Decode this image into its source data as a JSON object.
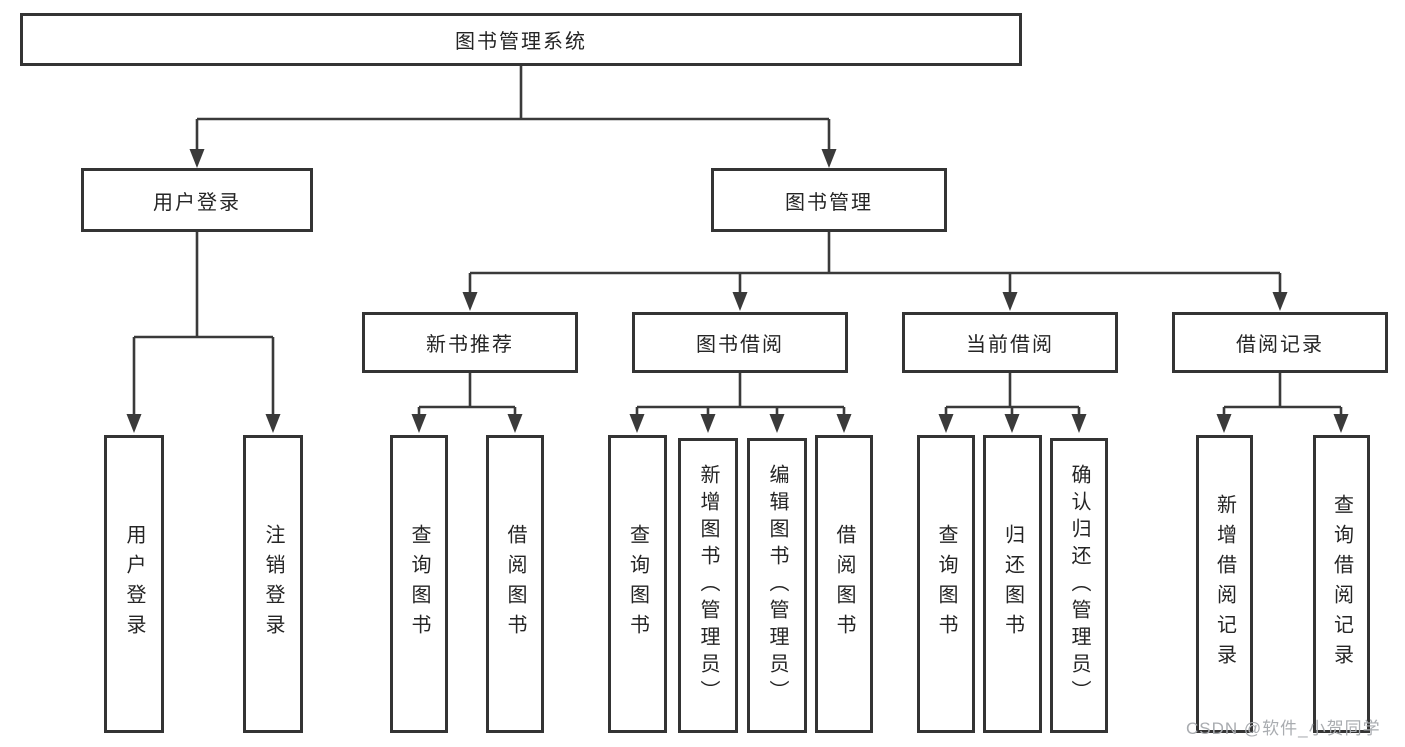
{
  "diagram": {
    "title": "图书管理系统",
    "type": "hierarchy-tree",
    "nodes": {
      "root": "图书管理系统",
      "user_login": "用户登录",
      "book_mgmt": "图书管理",
      "new_book_rec": "新书推荐",
      "book_borrow": "图书借阅",
      "current_borrow": "当前借阅",
      "borrow_records": "借阅记录",
      "leaf_user_login": "用户登录",
      "leaf_logout": "注销登录",
      "leaf_nb_query": "查询图书",
      "leaf_nb_borrow": "借阅图书",
      "leaf_bb_query": "查询图书",
      "leaf_bb_add": "新增图书（管理员）",
      "leaf_bb_edit": "编辑图书（管理员）",
      "leaf_bb_borrow": "借阅图书",
      "leaf_cb_query": "查询图书",
      "leaf_cb_return": "归还图书",
      "leaf_cb_confirm": "确认归还（管理员）",
      "leaf_br_add": "新增借阅记录",
      "leaf_br_query": "查询借阅记录"
    },
    "edges": [
      [
        "root",
        "user_login"
      ],
      [
        "root",
        "book_mgmt"
      ],
      [
        "user_login",
        "leaf_user_login"
      ],
      [
        "user_login",
        "leaf_logout"
      ],
      [
        "book_mgmt",
        "new_book_rec"
      ],
      [
        "book_mgmt",
        "book_borrow"
      ],
      [
        "book_mgmt",
        "current_borrow"
      ],
      [
        "book_mgmt",
        "borrow_records"
      ],
      [
        "new_book_rec",
        "leaf_nb_query"
      ],
      [
        "new_book_rec",
        "leaf_nb_borrow"
      ],
      [
        "book_borrow",
        "leaf_bb_query"
      ],
      [
        "book_borrow",
        "leaf_bb_add"
      ],
      [
        "book_borrow",
        "leaf_bb_edit"
      ],
      [
        "book_borrow",
        "leaf_bb_borrow"
      ],
      [
        "current_borrow",
        "leaf_cb_query"
      ],
      [
        "current_borrow",
        "leaf_cb_return"
      ],
      [
        "current_borrow",
        "leaf_cb_confirm"
      ],
      [
        "borrow_records",
        "leaf_br_add"
      ],
      [
        "borrow_records",
        "leaf_br_query"
      ]
    ]
  },
  "watermark": {
    "text": "CSDN @软件_小贺同学"
  },
  "colors": {
    "background": "#ffffff",
    "box_border": "#343434",
    "line": "#3a3a3a",
    "text": "#252525",
    "watermark": "#a9acb0"
  }
}
